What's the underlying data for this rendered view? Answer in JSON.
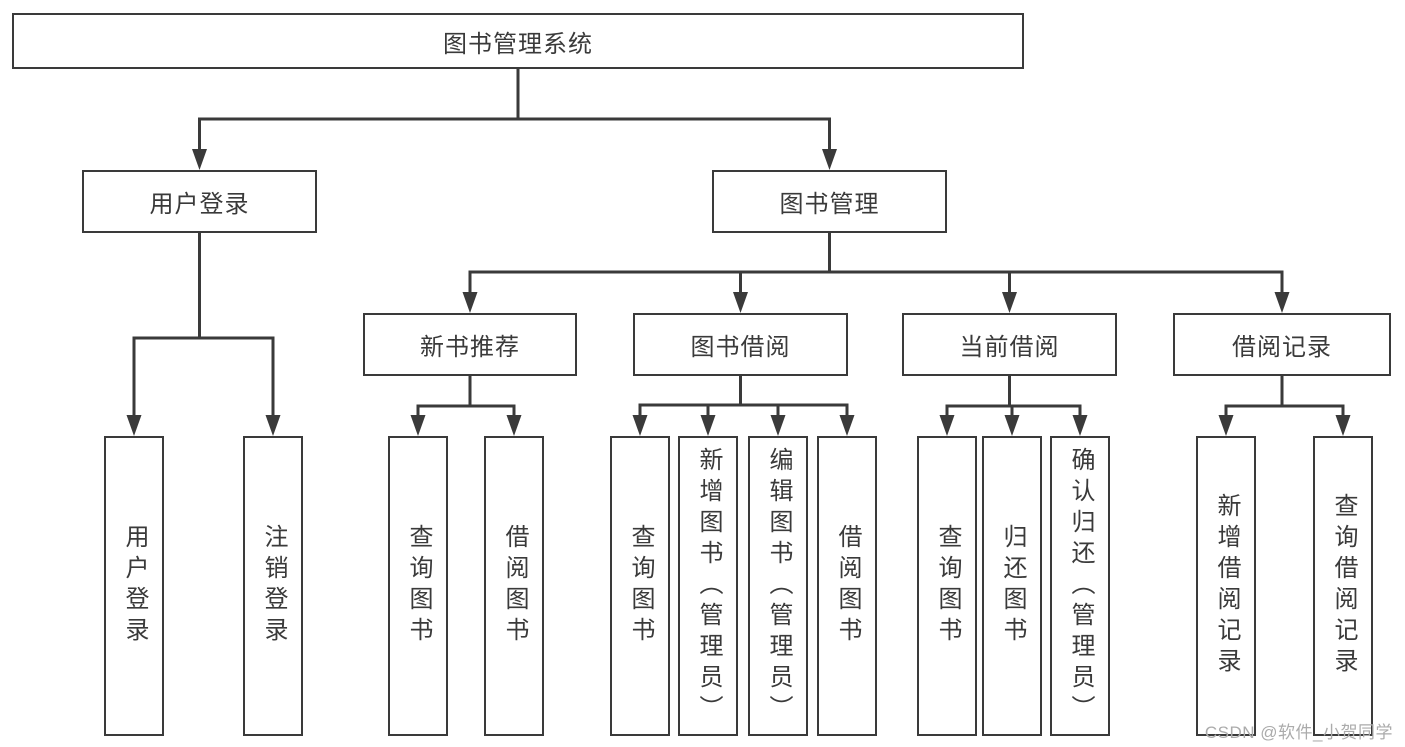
{
  "diagram": {
    "type": "hierarchy-tree",
    "title": "图书管理系统",
    "colors": {
      "line": "#3a3a3a",
      "box_border": "#3a3a3a",
      "text": "#3a3a3a",
      "background": "#ffffff",
      "watermark": "#ababab"
    }
  },
  "watermark": "CSDN @软件_小贺同学",
  "nodes": {
    "root": "图书管理系统",
    "level2": {
      "user_login": "用户登录",
      "book_management": "图书管理"
    },
    "level3": {
      "new_book_recommend": "新书推荐",
      "book_borrow": "图书借阅",
      "current_borrow": "当前借阅",
      "borrow_records": "借阅记录"
    },
    "leaves": {
      "user_login_login": "用户登录",
      "user_login_logout": "注销登录",
      "recommend_query_books": "查询图书",
      "recommend_borrow_books": "借阅图书",
      "borrow_query_books": "查询图书",
      "borrow_add_books": "新增图书（管理员）",
      "borrow_edit_books": "编辑图书（管理员）",
      "borrow_borrow_books": "借阅图书",
      "current_query_books": "查询图书",
      "current_return_books": "归还图书",
      "current_confirm_return": "确认归还（管理员）",
      "records_add_record": "新增借阅记录",
      "records_query_record": "查询借阅记录"
    }
  }
}
